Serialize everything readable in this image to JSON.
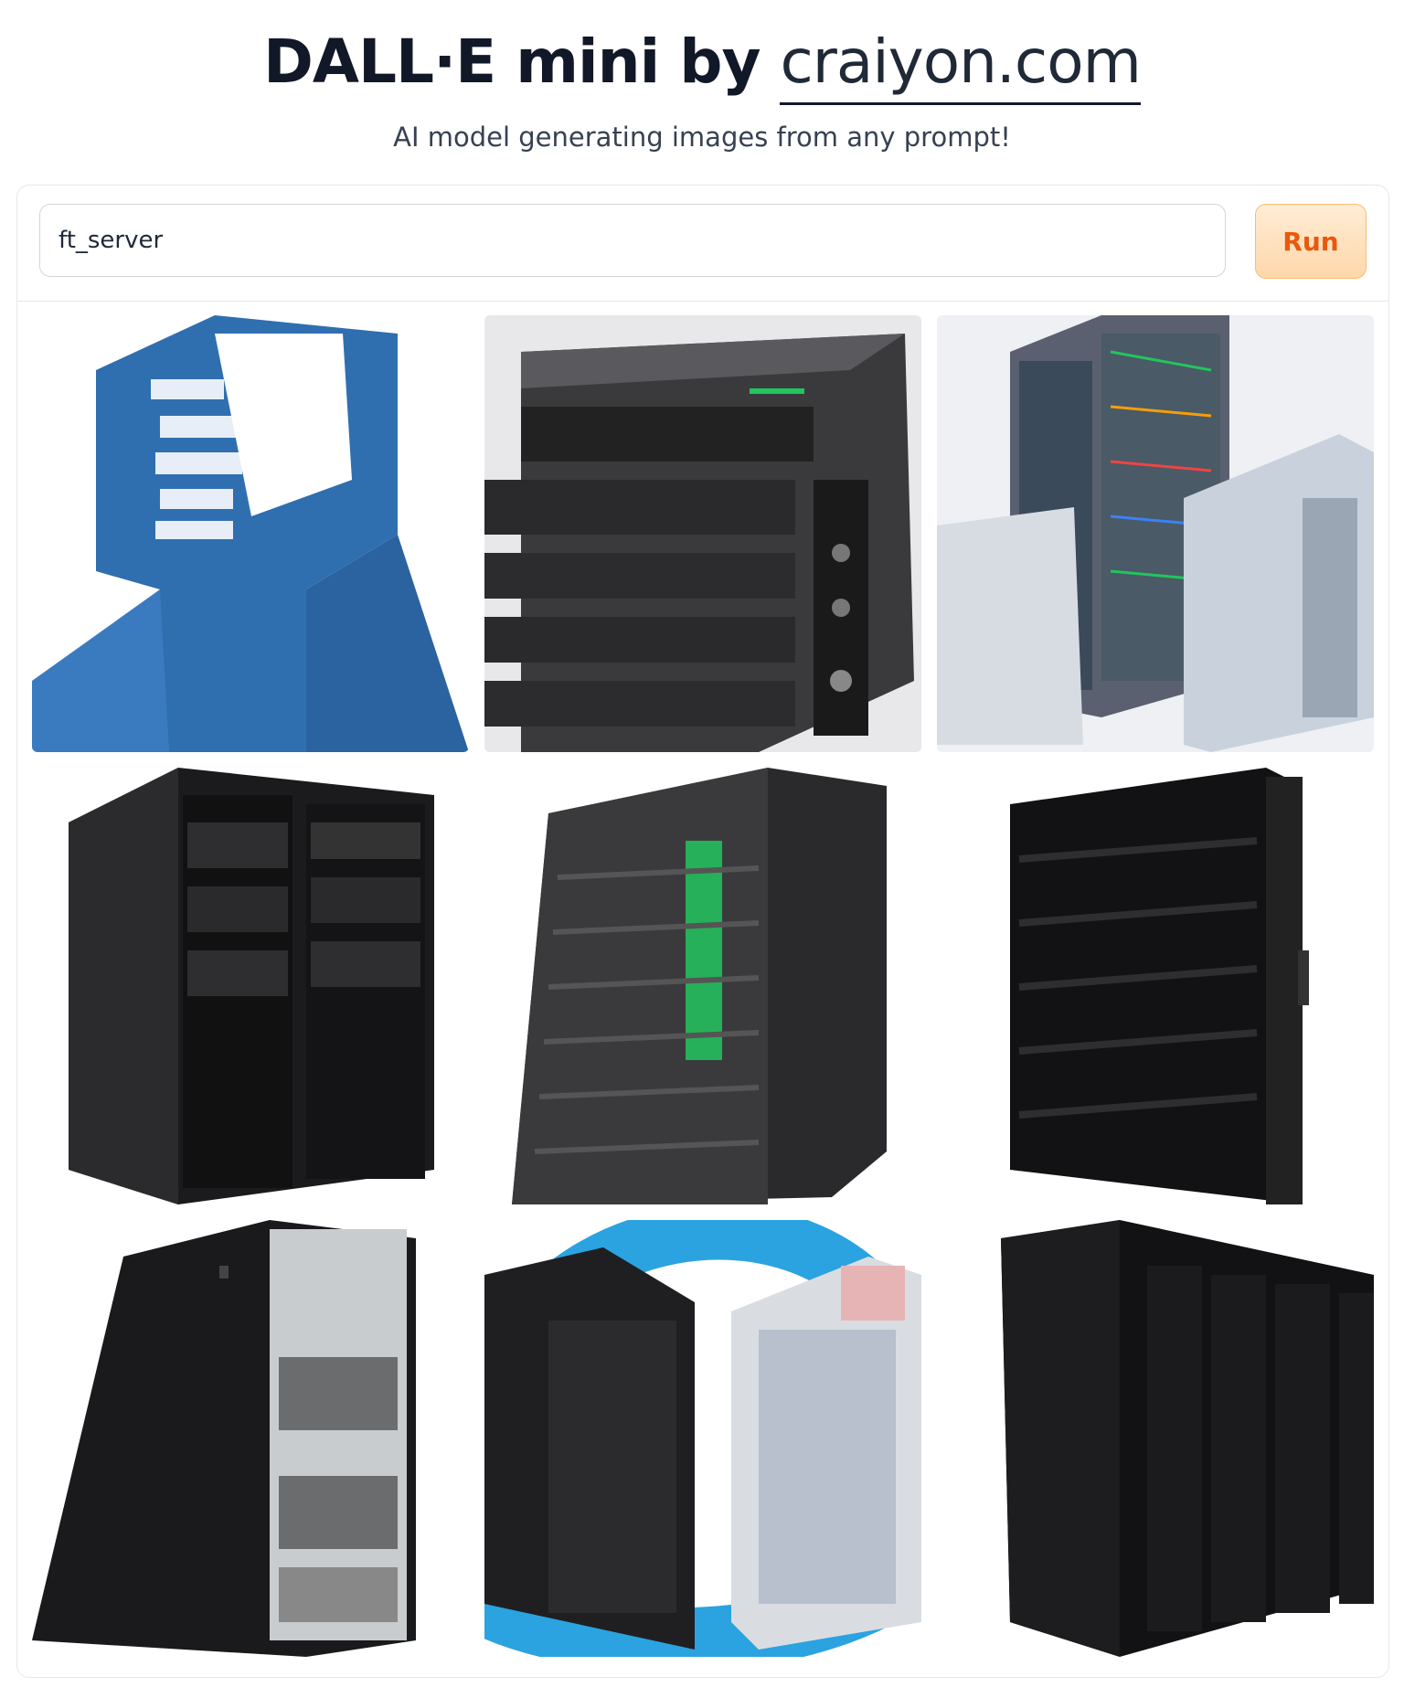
{
  "header": {
    "title_prefix": "DALL·E mini by ",
    "title_link": "craiyon.com",
    "subtitle": "AI model generating images from any prompt!"
  },
  "search": {
    "value": "ft_server",
    "run_label": "Run"
  },
  "results": [
    {
      "name": "result-image-1",
      "subject": "blue-server-logo"
    },
    {
      "name": "result-image-2",
      "subject": "grey-server-unit"
    },
    {
      "name": "result-image-3",
      "subject": "colorful-server-racks"
    },
    {
      "name": "result-image-4",
      "subject": "black-server-rack"
    },
    {
      "name": "result-image-5",
      "subject": "black-server-green-lights"
    },
    {
      "name": "result-image-6",
      "subject": "black-server-cabinet"
    },
    {
      "name": "result-image-7",
      "subject": "black-tower-server"
    },
    {
      "name": "result-image-8",
      "subject": "servers-blue-swirl"
    },
    {
      "name": "result-image-9",
      "subject": "black-server-row"
    }
  ],
  "colors": {
    "run_text": "#ea580c",
    "run_bg": "#fed7aa",
    "logo_blue": "#2f6fb0",
    "swirl_blue": "#2aa3e0",
    "accent_green": "#22c55e"
  }
}
